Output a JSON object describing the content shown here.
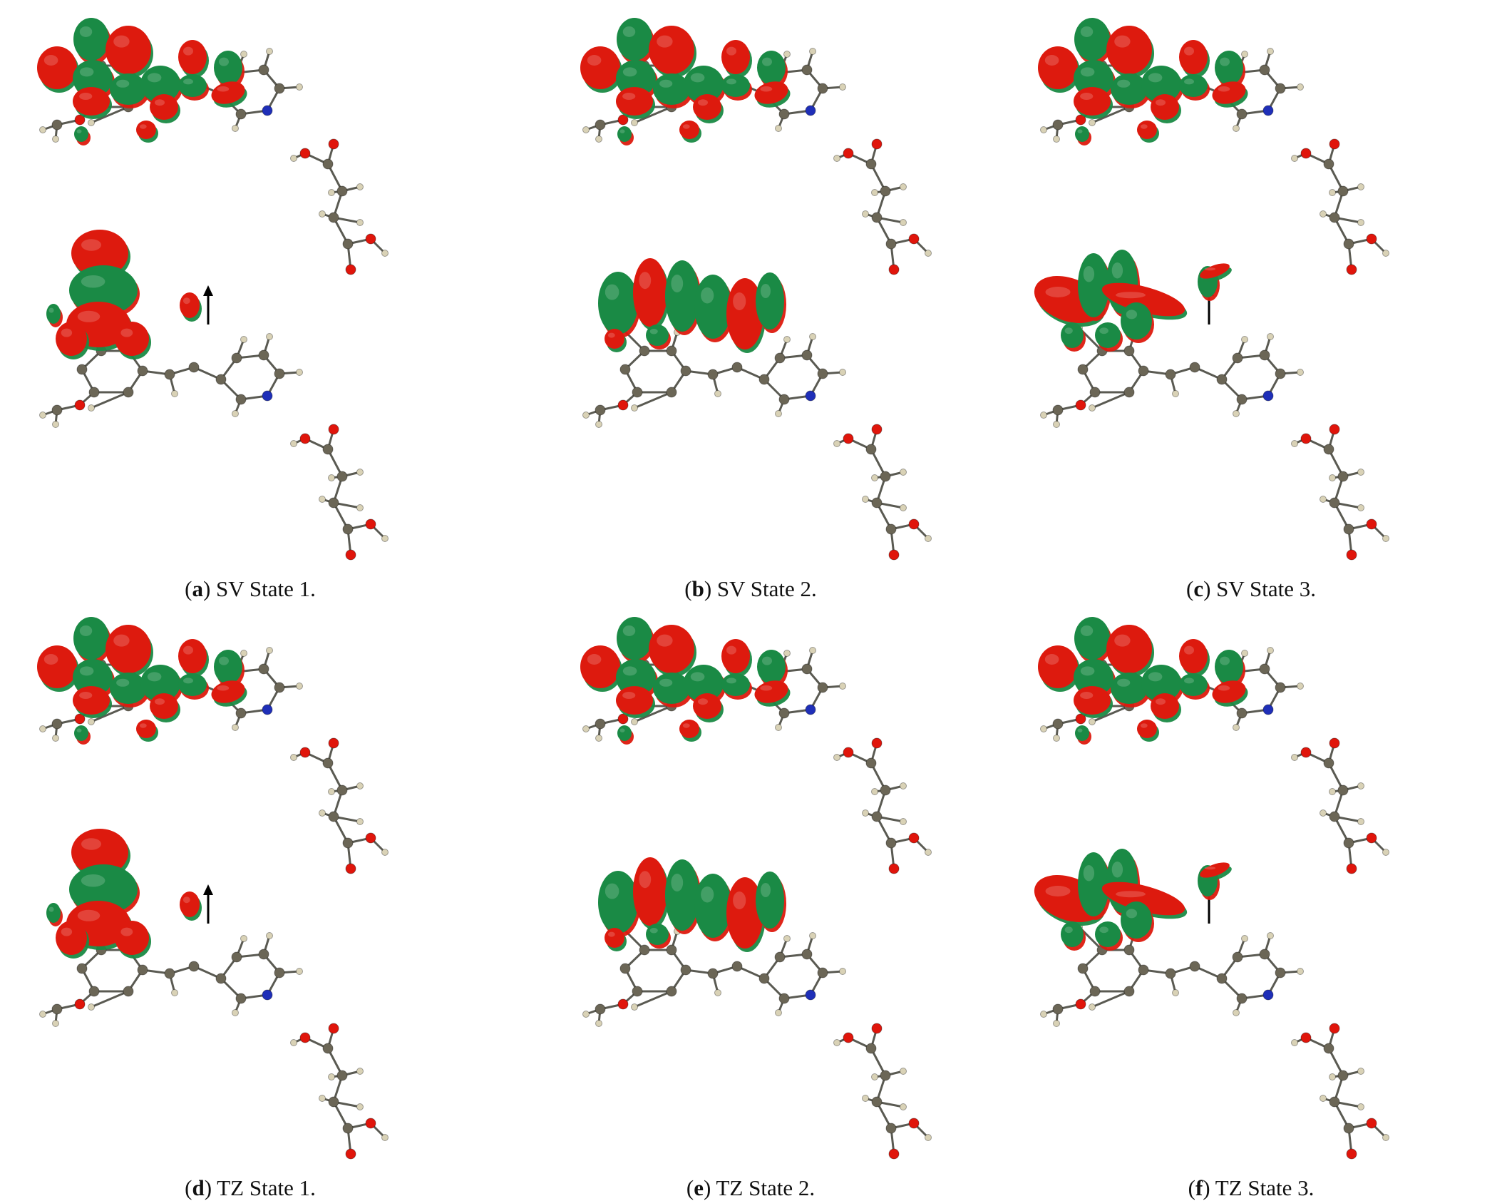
{
  "figure": {
    "panels": [
      {
        "letter": "a",
        "text": "SV State 1.",
        "variant": "s1"
      },
      {
        "letter": "b",
        "text": "SV State 2.",
        "variant": "s2"
      },
      {
        "letter": "c",
        "text": "SV State 3.",
        "variant": "s3"
      },
      {
        "letter": "d",
        "text": "TZ State 1.",
        "variant": "s1"
      },
      {
        "letter": "e",
        "text": "TZ State 2.",
        "variant": "s2"
      },
      {
        "letter": "f",
        "text": "TZ State 3.",
        "variant": "s3"
      }
    ],
    "colors": {
      "lobe_positive": "#dd1a0e",
      "lobe_negative": "#1a8a45",
      "carbon": "#6b6656",
      "oxygen": "#e0150b",
      "nitrogen": "#1f2fb8",
      "hydrogen": "#d9d2b6"
    }
  }
}
